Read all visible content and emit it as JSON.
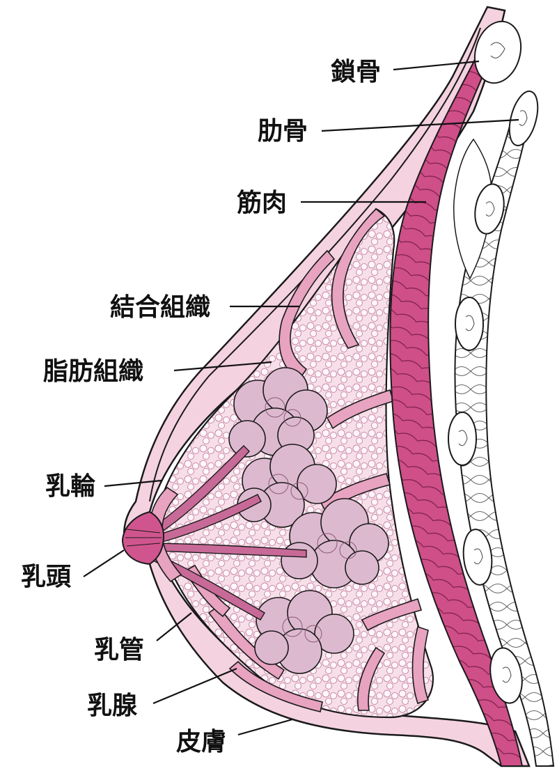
{
  "diagram": {
    "labels": {
      "clavicle": "鎖骨",
      "rib": "肋骨",
      "muscle": "筋肉",
      "connective_tissue": "結合組織",
      "adipose_tissue": "脂肪組織",
      "areola": "乳輪",
      "nipple": "乳頭",
      "lactiferous_duct": "乳管",
      "mammary_gland": "乳腺",
      "skin": "皮膚"
    },
    "colors": {
      "muscle": "#d0558e",
      "tissue": "#e7a3c0",
      "lobule": "#ddb9d0",
      "fat": "#f6dde8",
      "bone": "#ffffff",
      "outline": "#1a1a1a"
    }
  }
}
